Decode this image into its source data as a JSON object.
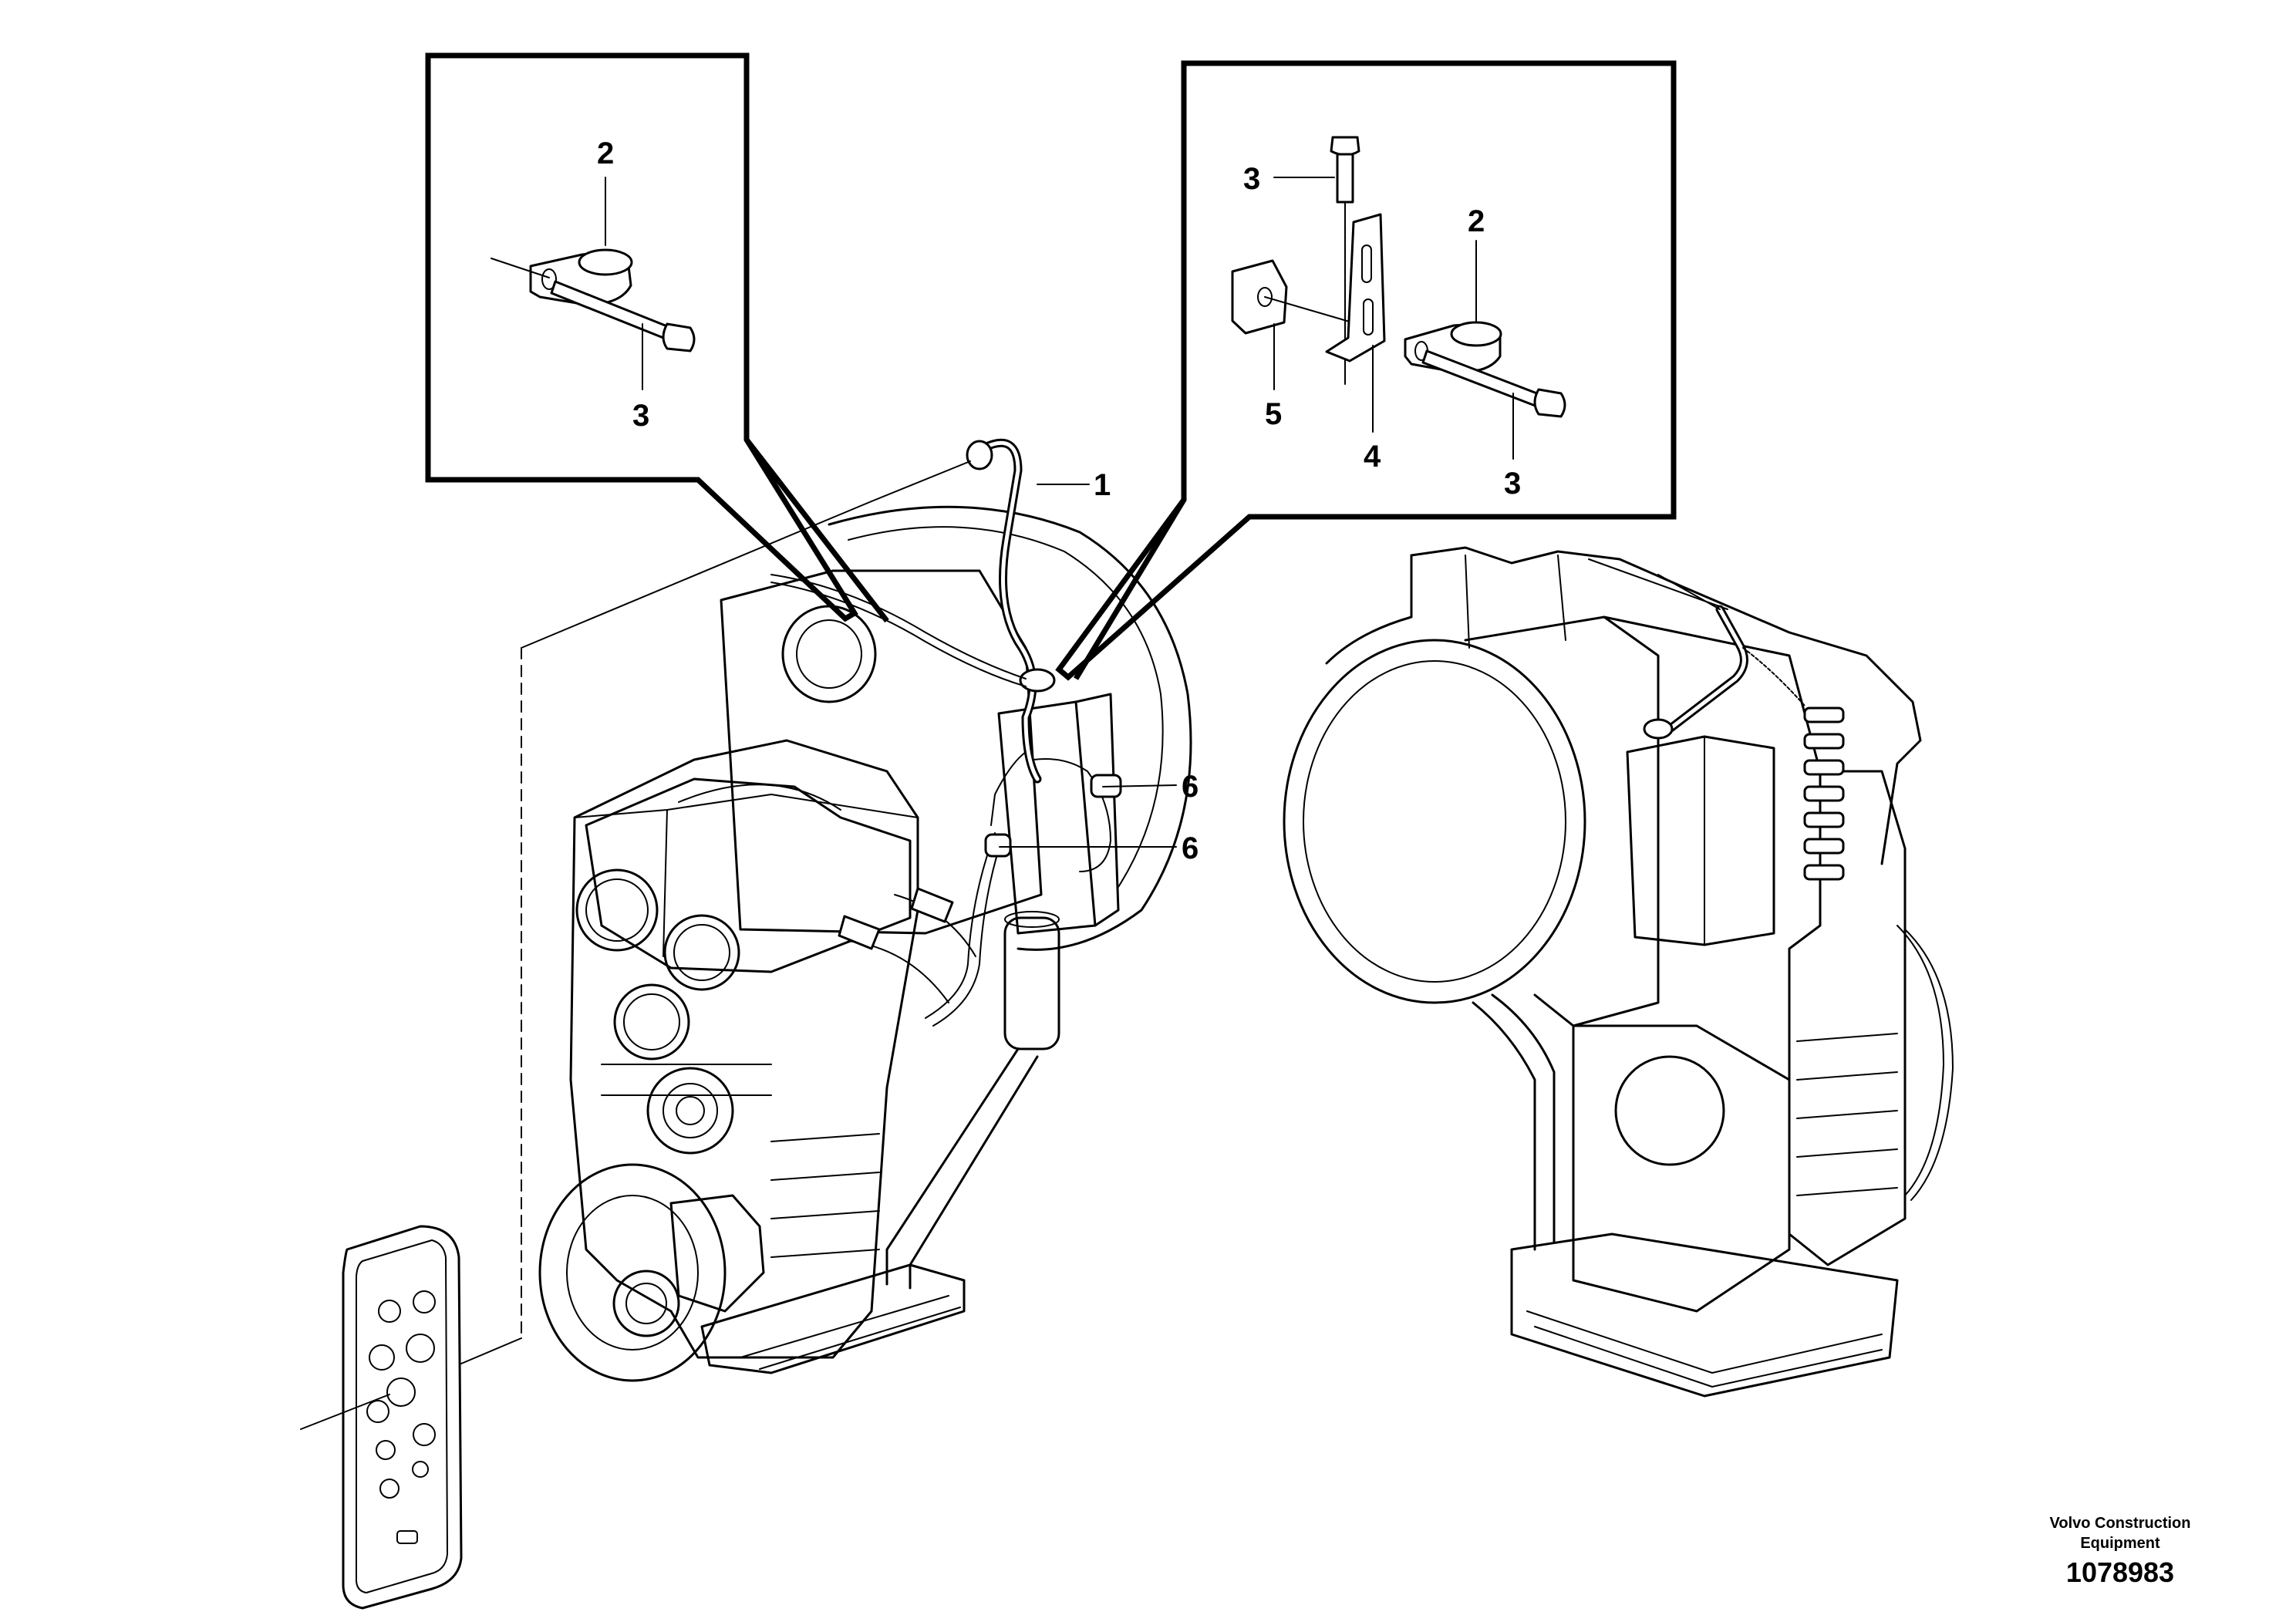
{
  "callouts": {
    "detail_left_top": "2",
    "detail_left_bottom": "3",
    "detail_right_bolt": "3",
    "detail_right_clamp": "2",
    "detail_right_plate": "5",
    "detail_right_bracket": "4",
    "detail_right_bottom": "3",
    "harness": "1",
    "connector_upper": "6",
    "connector_lower": "6"
  },
  "credit": {
    "line1": "Volvo Construction",
    "line2": "Equipment",
    "drawing_number": "1078983"
  }
}
